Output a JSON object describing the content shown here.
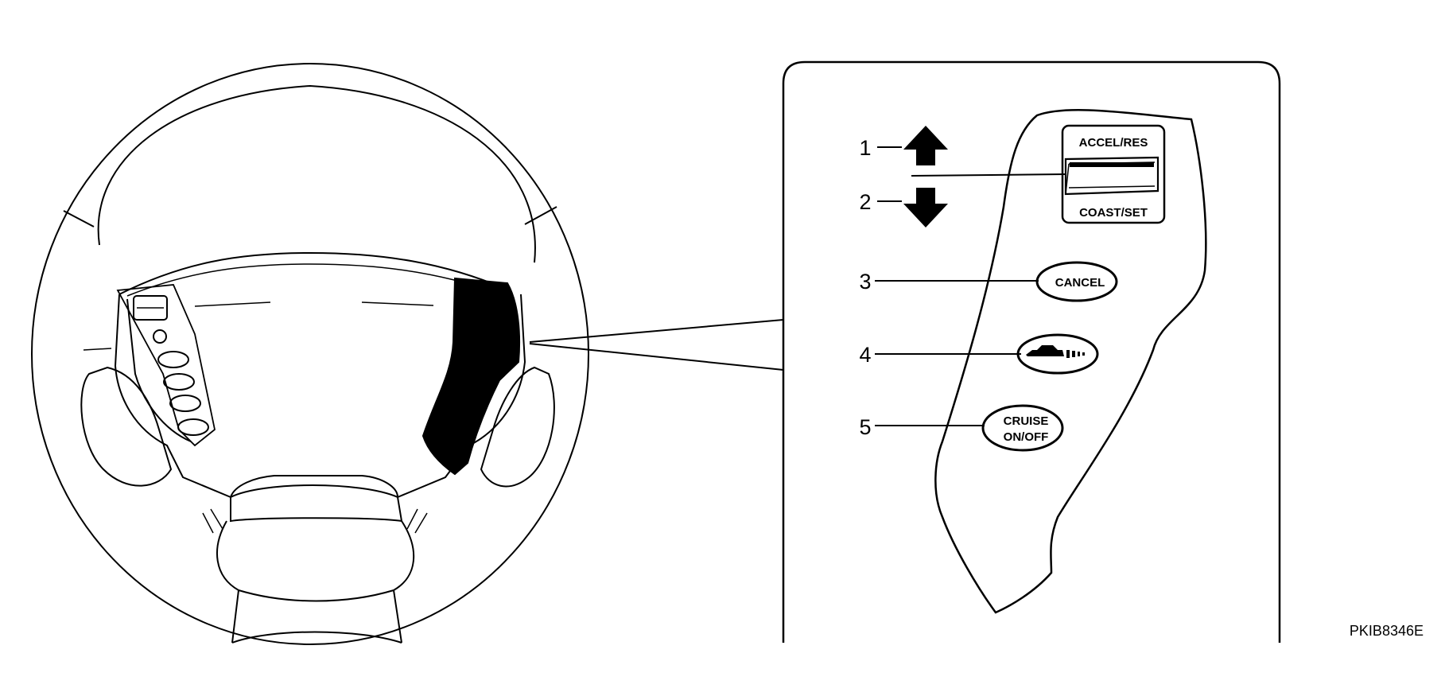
{
  "callouts": [
    {
      "number": "1",
      "item": "accel-res"
    },
    {
      "number": "2",
      "item": "coast-set"
    },
    {
      "number": "3",
      "item": "cancel"
    },
    {
      "number": "4",
      "item": "cruise-indicator"
    },
    {
      "number": "5",
      "item": "cruise-on-off"
    }
  ],
  "switch": {
    "accel_res": "ACCEL/RES",
    "coast_set": "COAST/SET",
    "cancel": "CANCEL",
    "cruise_line1": "CRUISE",
    "cruise_line2": "ON/OFF"
  },
  "figure_code": "PKIB8346E",
  "colors": {
    "ink": "#000000",
    "paper": "#ffffff"
  }
}
